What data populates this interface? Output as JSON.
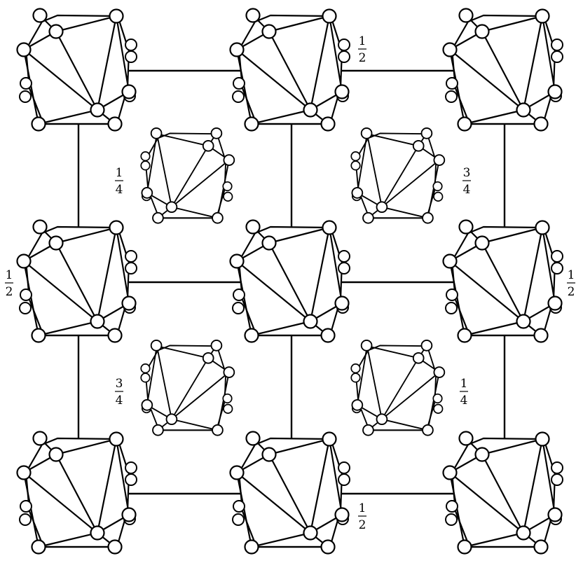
{
  "diagram": {
    "stroke_color": "#000000",
    "background": "#ffffff",
    "large_cells": [
      {
        "id": "r0c0",
        "row": 0,
        "col": 0
      },
      {
        "id": "r0c1",
        "row": 0,
        "col": 1
      },
      {
        "id": "r0c2",
        "row": 0,
        "col": 2
      },
      {
        "id": "r1c0",
        "row": 1,
        "col": 0
      },
      {
        "id": "r1c1",
        "row": 1,
        "col": 1
      },
      {
        "id": "r1c2",
        "row": 1,
        "col": 2
      },
      {
        "id": "r2c0",
        "row": 2,
        "col": 0
      },
      {
        "id": "r2c1",
        "row": 2,
        "col": 1
      },
      {
        "id": "r2c2",
        "row": 2,
        "col": 2
      }
    ],
    "small_cells": [
      {
        "id": "s00",
        "row": 0,
        "col": 0
      },
      {
        "id": "s01",
        "row": 0,
        "col": 1
      },
      {
        "id": "s10",
        "row": 1,
        "col": 0
      },
      {
        "id": "s11",
        "row": 1,
        "col": 1
      }
    ],
    "labels": {
      "top_middle": {
        "num": "1",
        "den": "2"
      },
      "bottom_middle": {
        "num": "1",
        "den": "2"
      },
      "left_middle": {
        "num": "1",
        "den": "2"
      },
      "right_middle": {
        "num": "1",
        "den": "2"
      },
      "upper_left_small": {
        "num": "1",
        "den": "4"
      },
      "upper_right_small": {
        "num": "3",
        "den": "4"
      },
      "lower_left_small": {
        "num": "3",
        "den": "4"
      },
      "lower_right_small": {
        "num": "1",
        "den": "4"
      }
    }
  }
}
